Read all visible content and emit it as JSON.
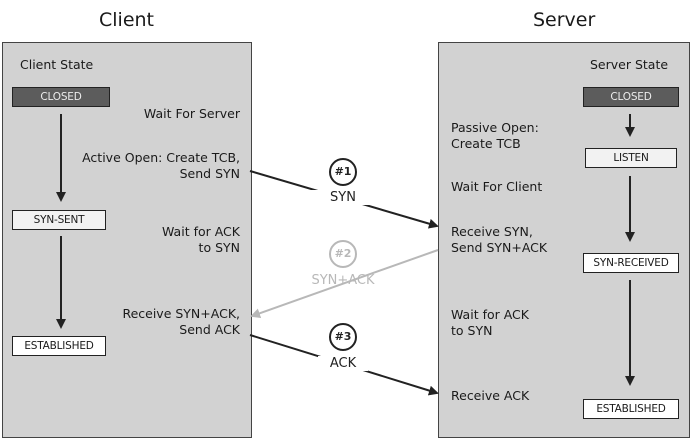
{
  "titles": {
    "client": "Client",
    "server": "Server"
  },
  "client": {
    "state_title": "Client State",
    "states": [
      "CLOSED",
      "SYN-SENT",
      "ESTABLISHED"
    ],
    "notes": {
      "wait_server": "Wait For Server",
      "active_open_1": "Active Open: Create TCB,",
      "active_open_2": "Send SYN",
      "wait_ack_1": "Wait for ACK",
      "wait_ack_2": "to SYN",
      "recv_synack_1": "Receive SYN+ACK,",
      "recv_synack_2": "Send ACK"
    }
  },
  "server": {
    "state_title": "Server State",
    "states": [
      "CLOSED",
      "LISTEN",
      "SYN-RECEIVED",
      "ESTABLISHED"
    ],
    "notes": {
      "passive_1": "Passive Open:",
      "passive_2": "Create TCB",
      "wait_client": "Wait For Client",
      "recv_syn_1": "Receive SYN,",
      "recv_syn_2": "Send SYN+ACK",
      "wait_ack_1": "Wait for ACK",
      "wait_ack_2": "to SYN",
      "recv_ack": "Receive ACK"
    }
  },
  "messages": [
    {
      "number": "#1",
      "label": "SYN",
      "color": "#222222"
    },
    {
      "number": "#2",
      "label": "SYN+ACK",
      "color": "#b8b8b8"
    },
    {
      "number": "#3",
      "label": "ACK",
      "color": "#222222"
    }
  ],
  "colors": {
    "panel": "#d2d2d2",
    "closed_box": "#5c5c5c",
    "box": "#f2f2f2"
  }
}
